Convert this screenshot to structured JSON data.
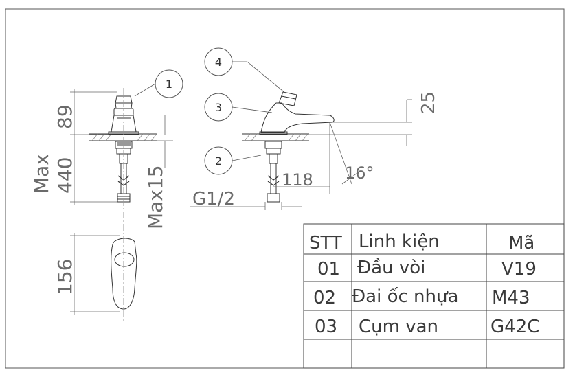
{
  "dimensions": {
    "height_top": "89",
    "height_body": "440",
    "max_left": "Max",
    "max_right": "Max15",
    "spout_height": "25",
    "angle": "16°",
    "reach": "118",
    "thread": "G1/2",
    "top_view": "156"
  },
  "callouts": [
    "1",
    "2",
    "3",
    "4"
  ],
  "parts_table": {
    "headers": [
      "STT",
      "Linh kiện",
      "Mã"
    ],
    "rows": [
      [
        "01",
        "Đầu vòi",
        "V19"
      ],
      [
        "02",
        "Đai ốc nhựa",
        "M43"
      ],
      [
        "03",
        "Cụm van",
        "G42C"
      ],
      [
        "",
        "",
        ""
      ]
    ]
  }
}
